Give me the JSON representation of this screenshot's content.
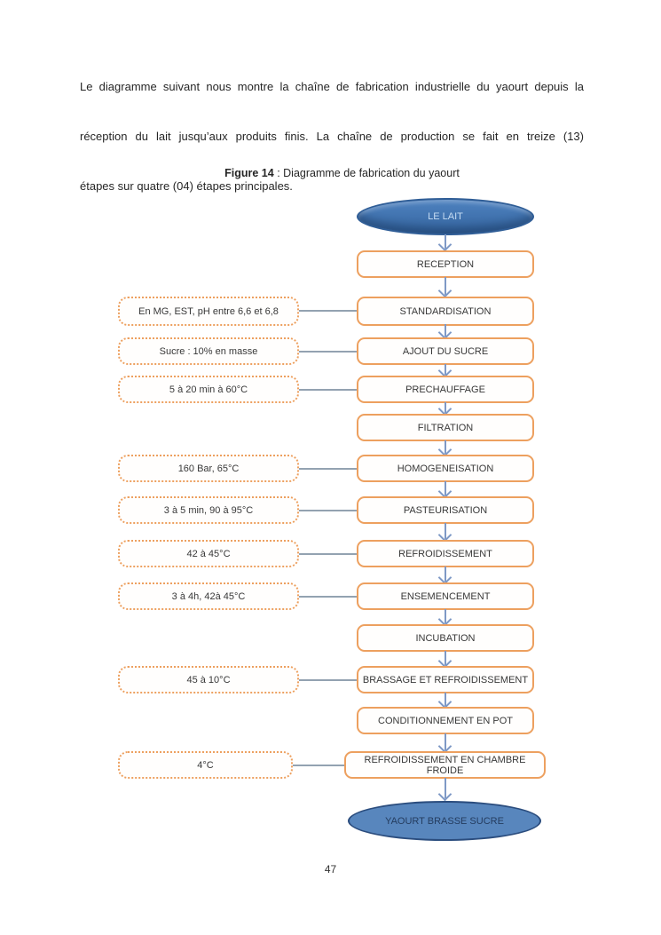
{
  "document": {
    "paragraph_lines": [
      "Le diagramme suivant nous montre la chaîne de fabrication industrielle du yaourt depuis la",
      "réception du lait jusqu’aux produits finis. La chaîne de production se fait en treize (13)",
      "étapes sur quatre (04) étapes principales."
    ],
    "caption_label": "Figure 14",
    "caption_text": ": Diagramme de fabrication du yaourt",
    "page_number": "47"
  },
  "flowchart": {
    "start_node": "LE LAIT",
    "end_node": "YAOURT BRASSE SUCRE",
    "steps": [
      {
        "label": "RECEPTION",
        "note": ""
      },
      {
        "label": "STANDARDISATION",
        "note": "En MG, EST, pH entre 6,6 et 6,8"
      },
      {
        "label": "AJOUT DU SUCRE",
        "note": "Sucre : 10% en masse"
      },
      {
        "label": "PRECHAUFFAGE",
        "note": "5 à 20 min à 60°C"
      },
      {
        "label": "FILTRATION",
        "note": ""
      },
      {
        "label": "HOMOGENEISATION",
        "note": "160 Bar, 65°C"
      },
      {
        "label": "PASTEURISATION",
        "note": "3 à 5 min, 90 à 95°C"
      },
      {
        "label": "REFROIDISSEMENT",
        "note": "42 à 45°C"
      },
      {
        "label": "ENSEMENCEMENT",
        "note": "3 à 4h, 42à 45°C"
      },
      {
        "label": "INCUBATION",
        "note": ""
      },
      {
        "label": "BRASSAGE ET REFROIDISSEMENT",
        "note": "45 à 10°C"
      },
      {
        "label": "CONDITIONNEMENT EN POT",
        "note": ""
      },
      {
        "label": "REFROIDISSEMENT EN CHAMBRE FROIDE",
        "note": "4°C"
      }
    ],
    "colors": {
      "box-border": "#EDA05F",
      "connector": "#93A2B1",
      "arrow": "#7E99C6",
      "start-fill-top": "#4E82C0",
      "start-fill-bottom": "#35659F",
      "start-border": "#2F5D96",
      "start-text": "#C6DCF3",
      "end-fill": "#5886BD",
      "end-border": "#2B4D7E",
      "end-text": "#243C5F"
    }
  }
}
